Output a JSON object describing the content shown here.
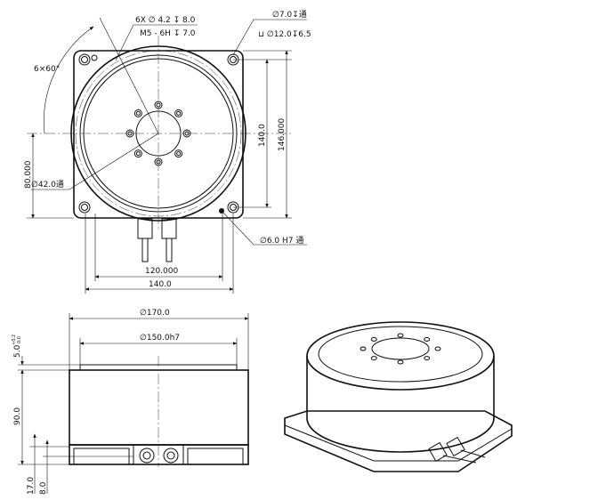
{
  "top_view": {
    "hole_pattern_1": "6X ∅ 4.2 ↧ 8.0",
    "hole_pattern_2": "M5 - 6H ↧ 7.0",
    "corner_hole_1": "∅7.0↧通",
    "corner_hole_2": "⊔ ∅12.0↧6.5",
    "angle": "6×60°",
    "bore": "∅42.0通",
    "pin_hole": "∅6.0 H7 通",
    "dim_140_v": "140.0",
    "dim_146": "146.000",
    "dim_80": "80.000",
    "dim_120": "120.000",
    "dim_140_h": "140.0"
  },
  "side_view": {
    "dia_170": "∅170.0",
    "dia_150": "∅150.0h7",
    "dim_5": "5.0",
    "tol_upper": "+0.2",
    "tol_lower": "0.0",
    "dim_90": "90.0",
    "dim_17": "17.0",
    "dim_8": "8.0"
  }
}
